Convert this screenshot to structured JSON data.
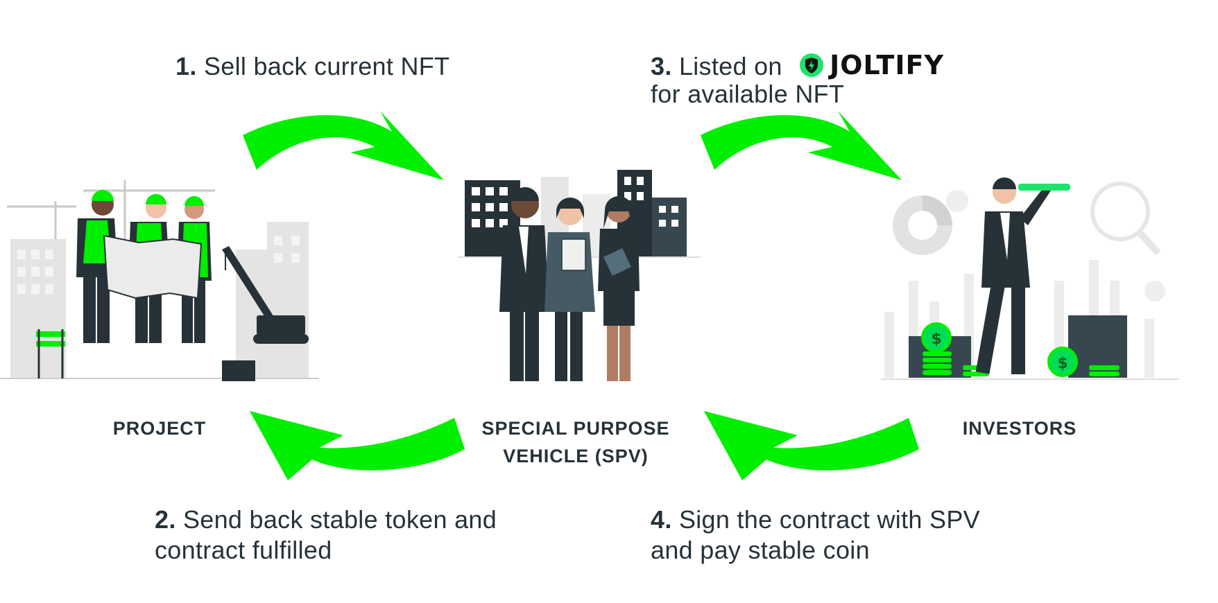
{
  "steps": {
    "step1": {
      "num": "1.",
      "text": "Sell back current NFT"
    },
    "step2": {
      "num": "2.",
      "line1": "Send back stable token and",
      "line2": "contract fulfilled"
    },
    "step3": {
      "num": "3.",
      "line1": "Listed on",
      "brand": "JOLTIFY",
      "line2": "for available NFT"
    },
    "step4": {
      "num": "4.",
      "line1": "Sign the contract with SPV",
      "line2": "and pay stable coin"
    }
  },
  "actors": {
    "project": "PROJECT",
    "spv_line1": "SPECIAL PURPOSE",
    "spv_line2": "VEHICLE (SPV)",
    "investors": "INVESTORS"
  },
  "colors": {
    "accent": "#00ee00",
    "text": "#263238",
    "brand_green": "#1de36c"
  }
}
